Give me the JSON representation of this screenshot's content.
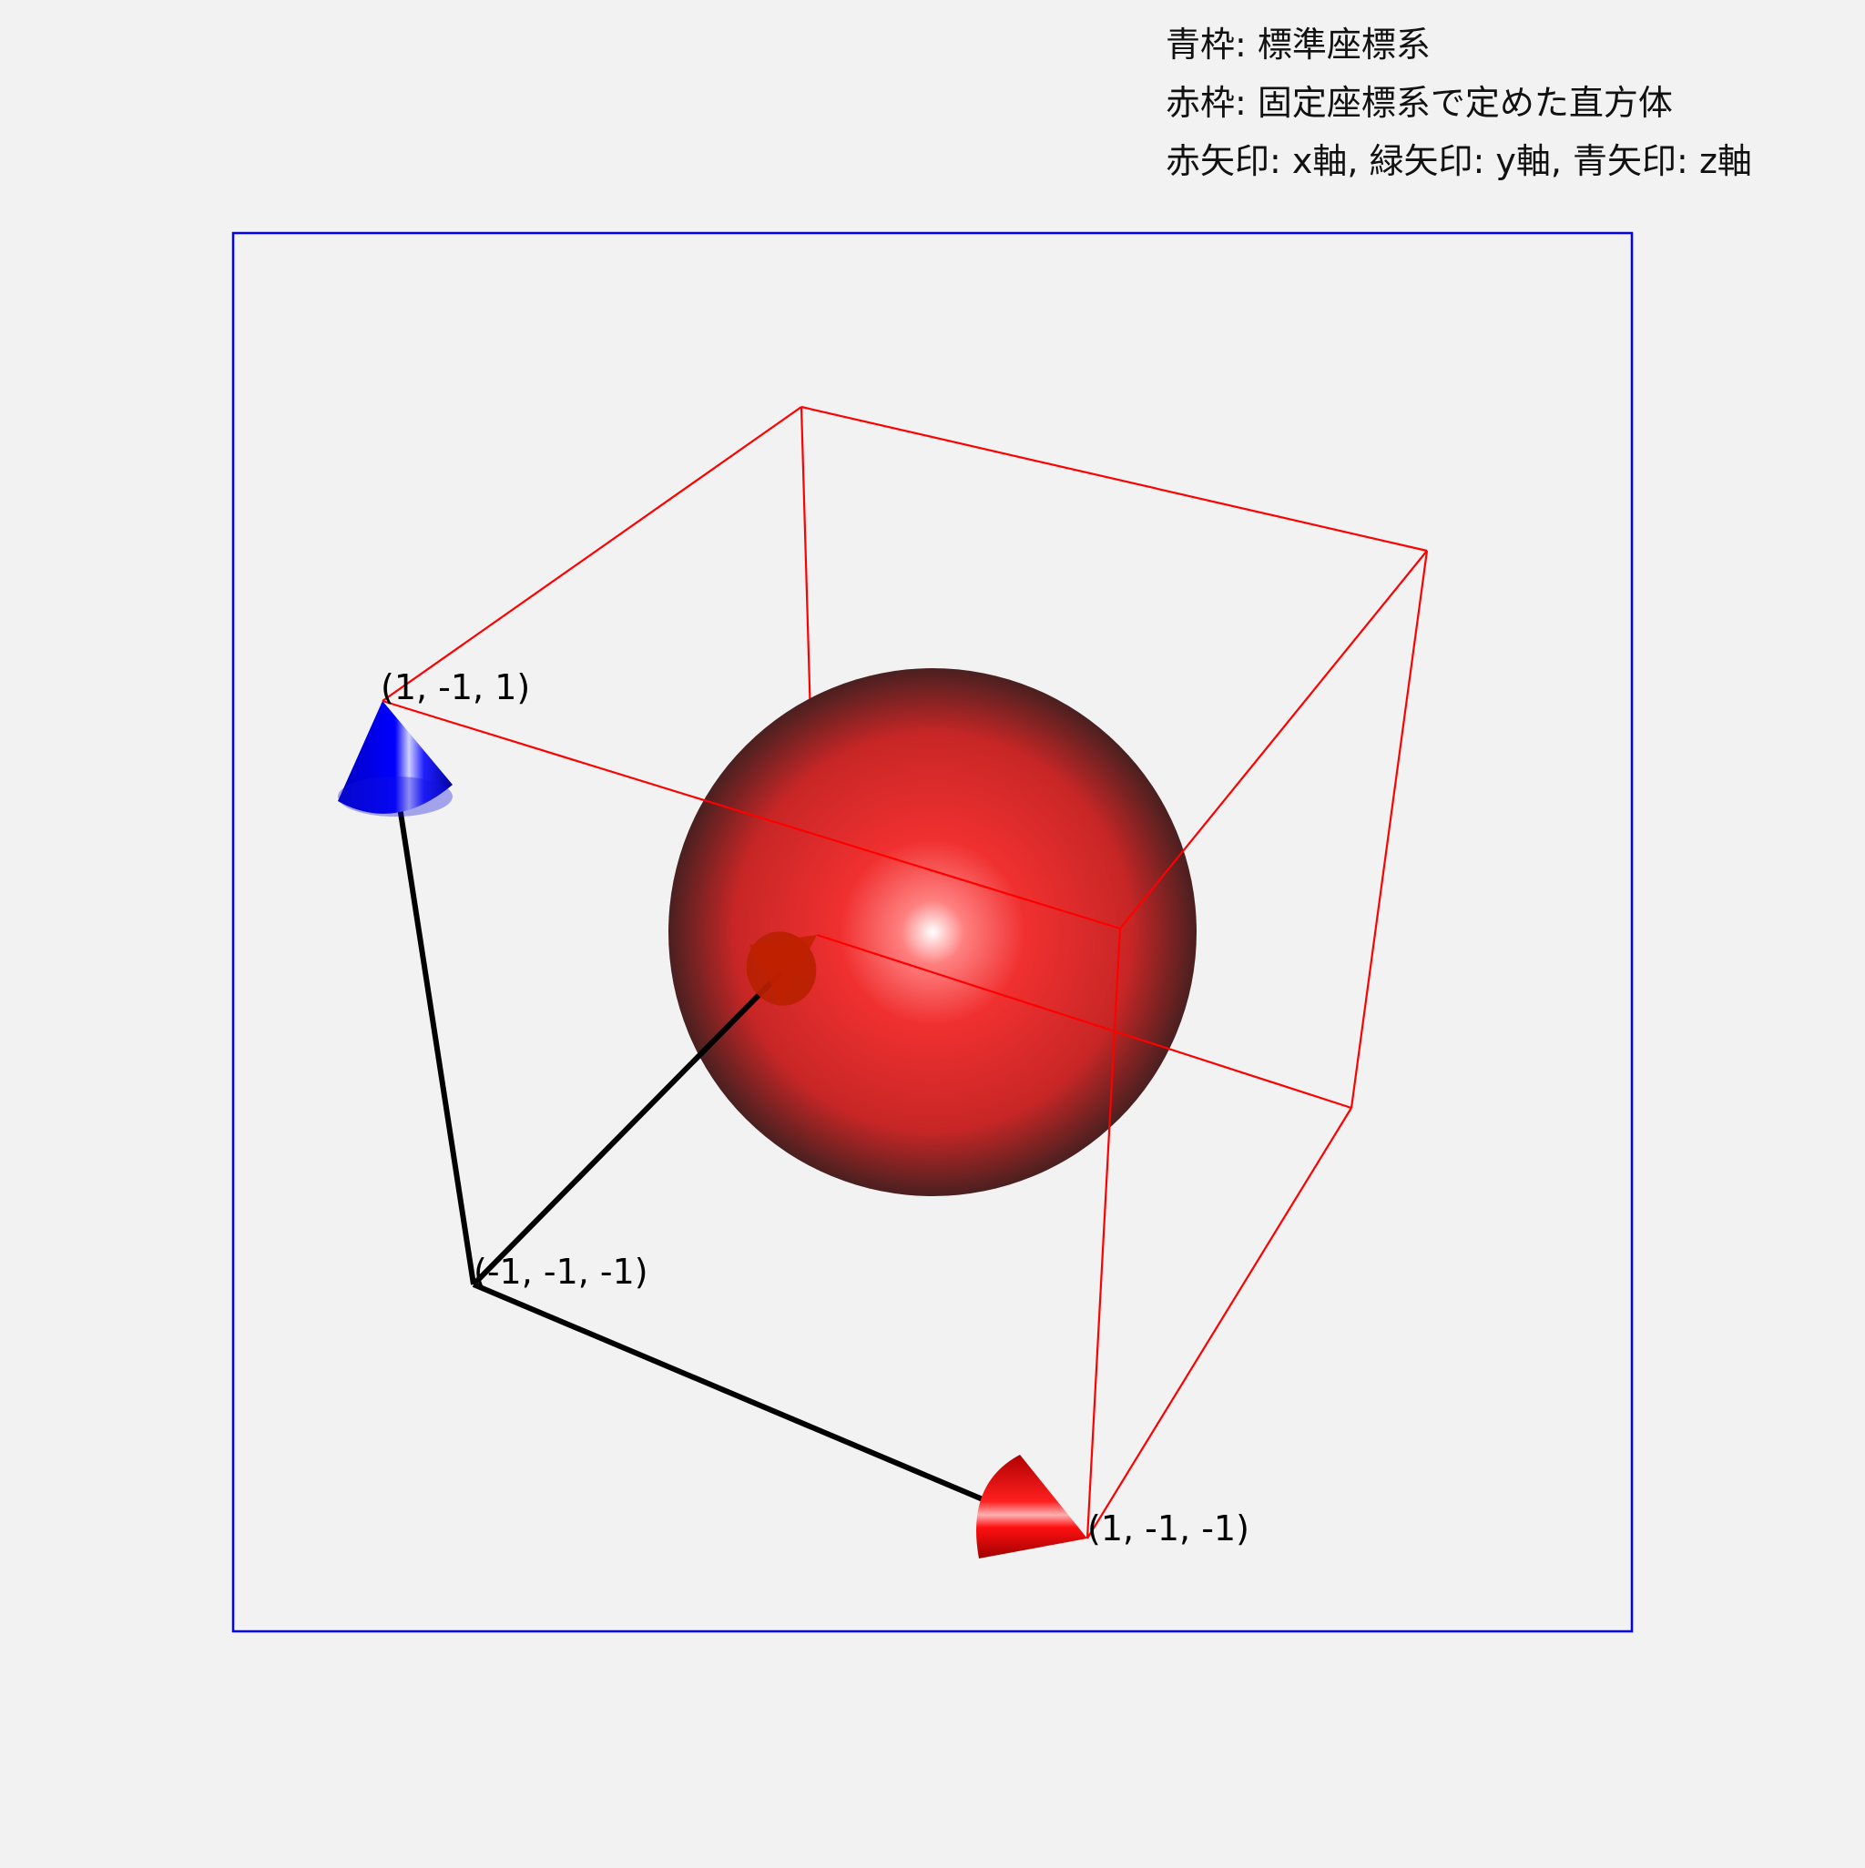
{
  "legend": {
    "line1": "青枠: 標準座標系",
    "line2": "赤枠: 固定座標系で定めた直方体",
    "line3": "赤矢印: x軸, 緑矢印: y軸, 青矢印: z軸"
  },
  "labels": {
    "origin": "(-1, -1, -1)",
    "x_end": "(1, -1, -1)",
    "z_end": "(1, -1, 1)"
  },
  "colors": {
    "background": "#f2f2f2",
    "standard_frame": "#0000ff",
    "fixed_box": "#ff0000",
    "sphere": "#ff2a2a",
    "x_arrow": "#ff0000",
    "y_arrow": "#cc2200",
    "z_arrow": "#0000ff",
    "shaft": "#000000"
  }
}
